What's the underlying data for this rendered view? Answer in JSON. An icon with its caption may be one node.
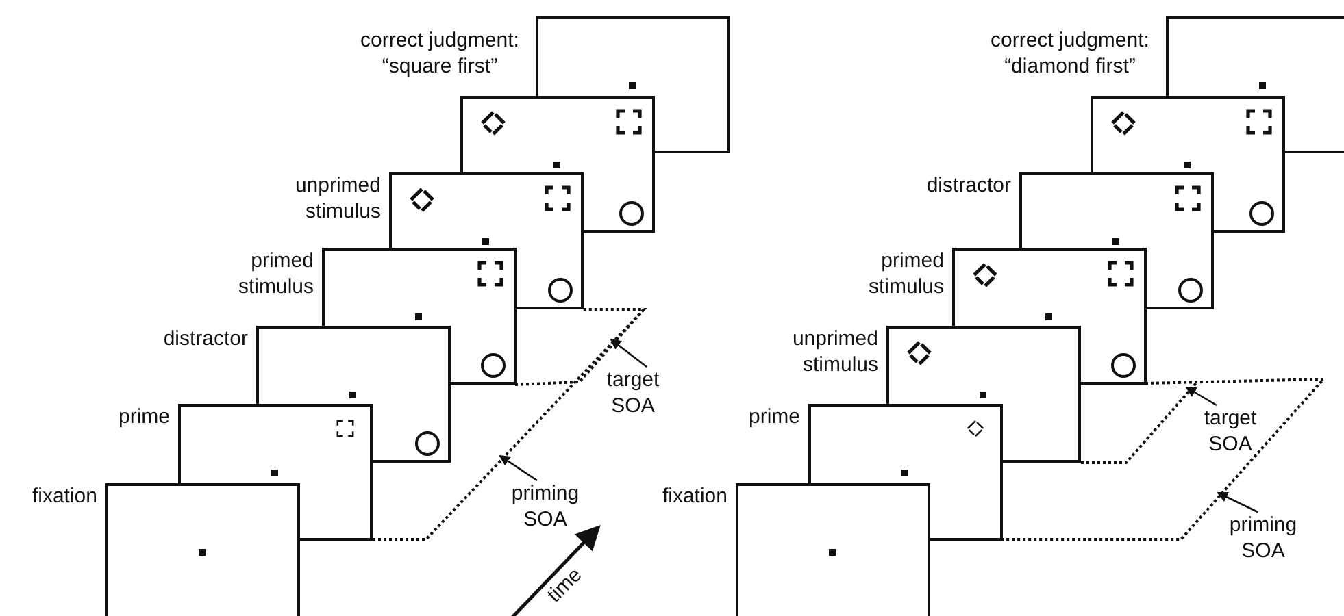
{
  "diagram": {
    "nodes": [
      {
        "text": [
          "fixation"
        ]
      },
      {
        "text": [
          "prime"
        ]
      },
      {
        "text": [
          "distractor"
        ]
      },
      {
        "text": [
          "primed stimulus"
        ]
      },
      {
        "text": [
          "unprimed stimulus"
        ]
      },
      {
        "text": [],
        "shape": "box"
      },
      {
        "text": [
          "correct judgment: “square first”"
        ]
      },
      {
        "text": [
          "target SOA"
        ]
      },
      {
        "text": [
          "priming SOA"
        ]
      },
      {
        "text": [
          "fixation"
        ]
      },
      {
        "text": [
          "prime"
        ]
      },
      {
        "text": [
          "unprimed stimulus"
        ]
      },
      {
        "text": [
          "primed stimulus"
        ]
      },
      {
        "text": [
          "distractor"
        ]
      },
      {
        "text": [],
        "shape": "box"
      },
      {
        "text": [
          "correct judgment: “diamond first”"
        ]
      },
      {
        "text": [
          "target SOA"
        ]
      },
      {
        "text": [
          "priming SOA"
        ]
      }
    ],
    "edges": [
      {
        "from": 7,
        "to": null,
        "arrow": "to"
      },
      {
        "from": 8,
        "to": null,
        "arrow": "to"
      },
      {
        "from": 16,
        "to": null,
        "arrow": "to"
      },
      {
        "from": 17,
        "to": null,
        "arrow": "to"
      }
    ],
    "labels": [
      "time"
    ]
  }
}
